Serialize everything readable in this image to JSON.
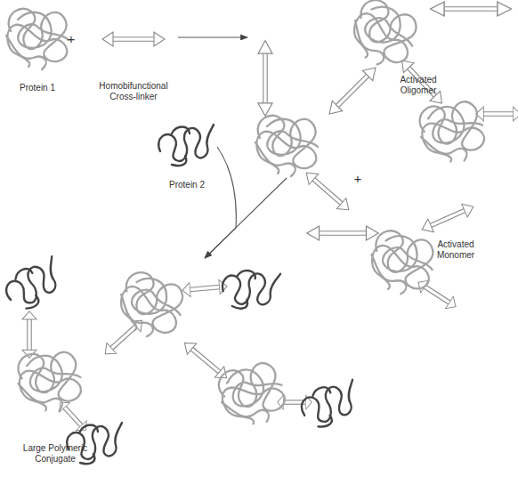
{
  "diagram": {
    "nodes": [
      {
        "text": [
          "Protein 1"
        ]
      },
      {
        "text": [
          "Homobifunctional Cross-linker"
        ]
      },
      {
        "text": [
          "Activated Oligomer"
        ]
      },
      {
        "text": [
          "Protein 2"
        ]
      },
      {
        "text": [
          "Activated Monomer"
        ]
      },
      {
        "text": [
          "Large Polymeric Conjugate"
        ]
      }
    ],
    "edges": [
      {
        "from": 1,
        "to": 2,
        "arrow": "to"
      },
      {
        "from": 2,
        "to": 5,
        "arrow": "to"
      },
      {
        "from": 3,
        "to": 5,
        "arrow": "to"
      }
    ],
    "labels": [
      "+",
      "+"
    ]
  }
}
